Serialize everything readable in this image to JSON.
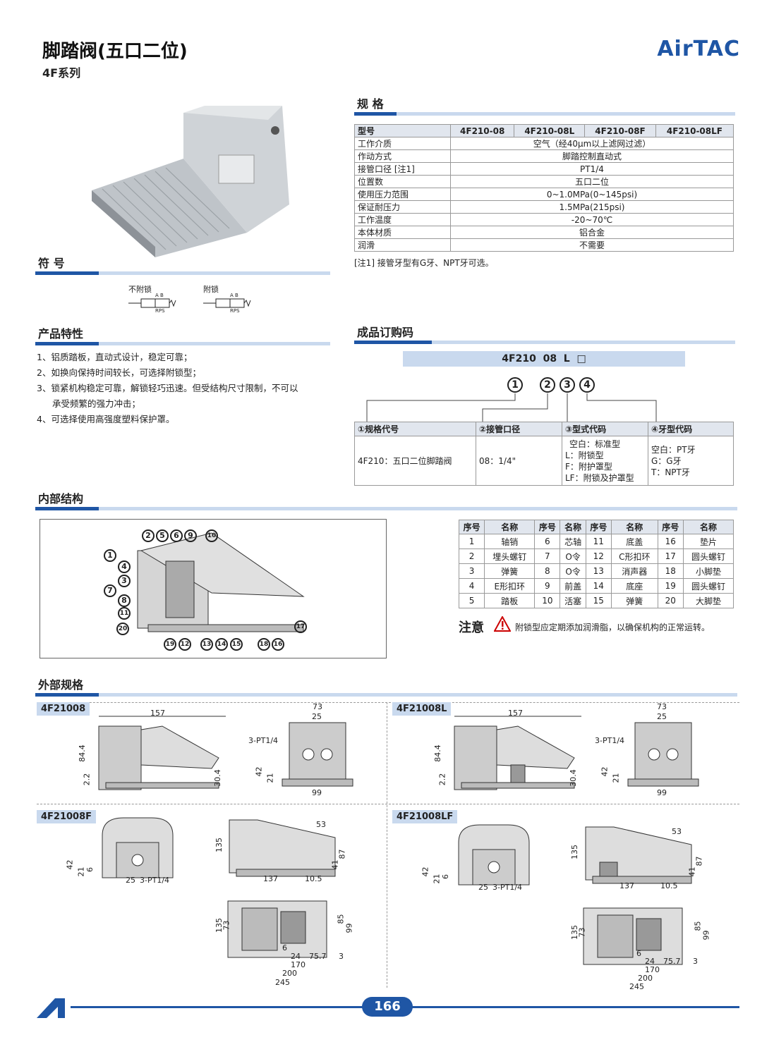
{
  "header": {
    "title": "脚踏阀(五口二位)",
    "series": "4F系列",
    "logo": "AirTAC"
  },
  "sections": {
    "spec": "规 格",
    "symbol": "符 号",
    "features": "产品特性",
    "order": "成品订购码",
    "internal": "内部结构",
    "external": "外部规格"
  },
  "symbols": {
    "no_lock": "不附锁",
    "lock": "附锁",
    "ab": "A B",
    "rps": "RPS"
  },
  "spec_table": {
    "headers": [
      "型号",
      "4F210-08",
      "4F210-08L",
      "4F210-08F",
      "4F210-08LF"
    ],
    "rows": [
      [
        "工作介质",
        "空气（经40μm以上滤网过滤）"
      ],
      [
        "作动方式",
        "脚踏控制直动式"
      ],
      [
        "接管口径 [注1]",
        "PT1/4"
      ],
      [
        "位置数",
        "五口二位"
      ],
      [
        "使用压力范围",
        "0~1.0MPa(0~145psi)"
      ],
      [
        "保证耐压力",
        "1.5MPa(215psi)"
      ],
      [
        "工作温度",
        "-20~70℃"
      ],
      [
        "本体材质",
        "铝合金"
      ],
      [
        "润滑",
        "不需要"
      ]
    ],
    "note": "[注1] 接管牙型有G牙、NPT牙可选。"
  },
  "features": [
    "1、铝质踏板，直动式设计，稳定可靠；",
    "2、如换向保持时间较长，可选择附锁型；",
    "3、锁紧机构稳定可靠，解锁轻巧迅速。但受结构尺寸限制，不可以",
    "承受频繁的强力冲击；",
    "4、可选择使用高强度塑料保护罩。"
  ],
  "order": {
    "code": "4F210  08  L  □",
    "nums": [
      "1",
      "2",
      "3",
      "4"
    ],
    "headers": [
      "①规格代号",
      "②接管口径",
      "③型式代码",
      "④牙型代码"
    ],
    "c1": "4F210：五口二位脚踏阀",
    "c2": "08：1/4\"",
    "c3": [
      "空白：标准型",
      "L：附锁型",
      "F：附护罩型",
      "LF：附锁及护罩型"
    ],
    "c4": [
      "空白：PT牙",
      "G：G牙",
      "T：NPT牙"
    ]
  },
  "parts": {
    "headers": [
      "序号",
      "名称",
      "序号",
      "名称",
      "序号",
      "名称",
      "序号",
      "名称"
    ],
    "rows": [
      [
        "1",
        "轴销",
        "6",
        "芯轴",
        "11",
        "底盖",
        "16",
        "垫片"
      ],
      [
        "2",
        "埋头螺钉",
        "7",
        "O令",
        "12",
        "C形扣环",
        "17",
        "圆头螺钉"
      ],
      [
        "3",
        "弹簧",
        "8",
        "O令",
        "13",
        "消声器",
        "18",
        "小脚垫"
      ],
      [
        "4",
        "E形扣环",
        "9",
        "前盖",
        "14",
        "底座",
        "19",
        "圆头螺钉"
      ],
      [
        "5",
        "踏板",
        "10",
        "活塞",
        "15",
        "弹簧",
        "20",
        "大脚垫"
      ]
    ]
  },
  "notice": {
    "label": "注意",
    "text": "附锁型应定期添加润滑脂，以确保机构的正常运转。"
  },
  "internal_labels": [
    "1",
    "2",
    "3",
    "4",
    "5",
    "6",
    "7",
    "8",
    "9",
    "10",
    "11",
    "12",
    "13",
    "14",
    "15",
    "16",
    "17",
    "18",
    "19",
    "20"
  ],
  "drawings": {
    "a": "4F21008",
    "b": "4F21008L",
    "c": "4F21008F",
    "d": "4F21008LF"
  },
  "dims": {
    "d157": "157",
    "d73": "73",
    "d25": "25",
    "d844": "84.4",
    "d22": "2.2",
    "d304": "30.4",
    "d42": "42",
    "d21": "21",
    "d99": "99",
    "pt": "3-PT1/4",
    "d135": "135",
    "d53": "53",
    "d87": "87",
    "d41": "41",
    "d137": "137",
    "d105": "10.5",
    "d6": "6",
    "d85": "85",
    "d24": "24",
    "d757": "75.7",
    "d3": "3",
    "d170": "170",
    "d200": "200",
    "d245": "245"
  },
  "page": "166"
}
